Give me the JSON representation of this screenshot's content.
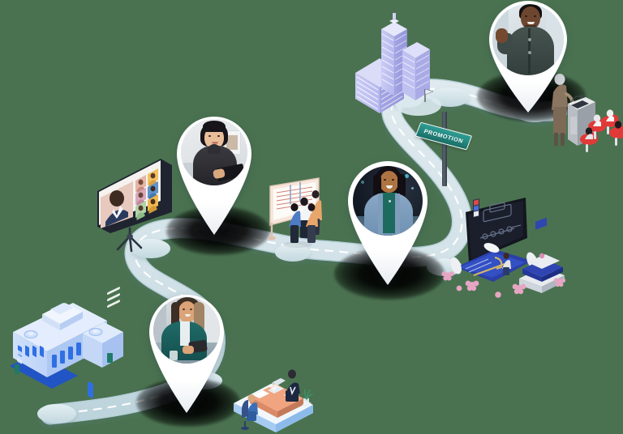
{
  "illustration": {
    "title": "Career Journey Roadmap",
    "description": "Isometric winding road with photo map pins showing career milestones",
    "background_color": "#4a7250",
    "road_color": "#d3e3e8",
    "road_dash_color": "#ffffff",
    "road_edge_color": "#b9d2da"
  },
  "signpost": {
    "label": "PROMOTION",
    "board_color": "#22867e",
    "text_color": "#ffffff",
    "post_color": "#49525c"
  },
  "pins": [
    {
      "id": "pin-designer",
      "name": "pin-woman-tablet",
      "alt": "Woman in black turtleneck holding a tablet",
      "skin": "#e8b894",
      "hair": "#1d1a1f",
      "outfit": "#2b2b30",
      "bg": "#e7e9ec"
    },
    {
      "id": "pin-executive",
      "name": "pin-man-shirt",
      "alt": "Smiling man in dark green button-up shirt",
      "skin": "#6b4530",
      "hair": "#16120f",
      "outfit": "#3b4a48",
      "bg": "#dfe7ea"
    },
    {
      "id": "pin-engineer",
      "name": "pin-woman-denim",
      "alt": "Smiling woman in denim jacket with laptop",
      "skin": "#a9703f",
      "hair": "#120f12",
      "outfit": "#7b9bbd",
      "bg": "#141c28"
    },
    {
      "id": "pin-manager",
      "name": "pin-woman-teal-blazer",
      "alt": "Woman in teal blazer at a desk",
      "skin": "#d9a076",
      "hair": "#3a2c26",
      "outfit": "#1d5a58",
      "bg": "#cdd5d8"
    }
  ],
  "scenes": [
    {
      "id": "scene-skyscrapers",
      "name": "city-skyscrapers",
      "label": "Corporate office towers",
      "color": "#c3c4f0"
    },
    {
      "id": "scene-video-call",
      "name": "video-conference-screen",
      "label": "Video conference on tripod screen",
      "color": "#2a3a52"
    },
    {
      "id": "scene-whiteboard",
      "name": "training-whiteboard",
      "label": "Team at a training whiteboard",
      "color": "#f0d9cd"
    },
    {
      "id": "scene-podium",
      "name": "conference-podium-audience",
      "label": "Speaker at podium with seated audience",
      "color": "#e03a38"
    },
    {
      "id": "scene-blueprint",
      "name": "engineering-blueprint-desk",
      "label": "CAD monitor, blueprints and books",
      "color": "#2b3fa0"
    },
    {
      "id": "scene-school",
      "name": "campus-building",
      "label": "Blue campus / office building",
      "color": "#2f6fe4"
    },
    {
      "id": "scene-interview",
      "name": "office-interview-desk",
      "label": "Job interview at an office desk",
      "color": "#f0a580"
    }
  ],
  "video_call": {
    "tiles": [
      "#e8c4b8",
      "#f0cfa0",
      "#d9a8b4",
      "#5b8fcf",
      "#a8cfa0",
      "#f0c060",
      "#7fa8c9",
      "#f2d8b0",
      "#c9b8e0"
    ],
    "main_tile_color": "#e7c9bd"
  },
  "audience": {
    "chair_color": "#e03a38",
    "count": 4
  },
  "blueprint": {
    "sheet_color": "#2e46b0",
    "book_color": "#2a3f9e",
    "flower_color": "#e4a8c4",
    "monitor_color": "#1a1d2b"
  }
}
